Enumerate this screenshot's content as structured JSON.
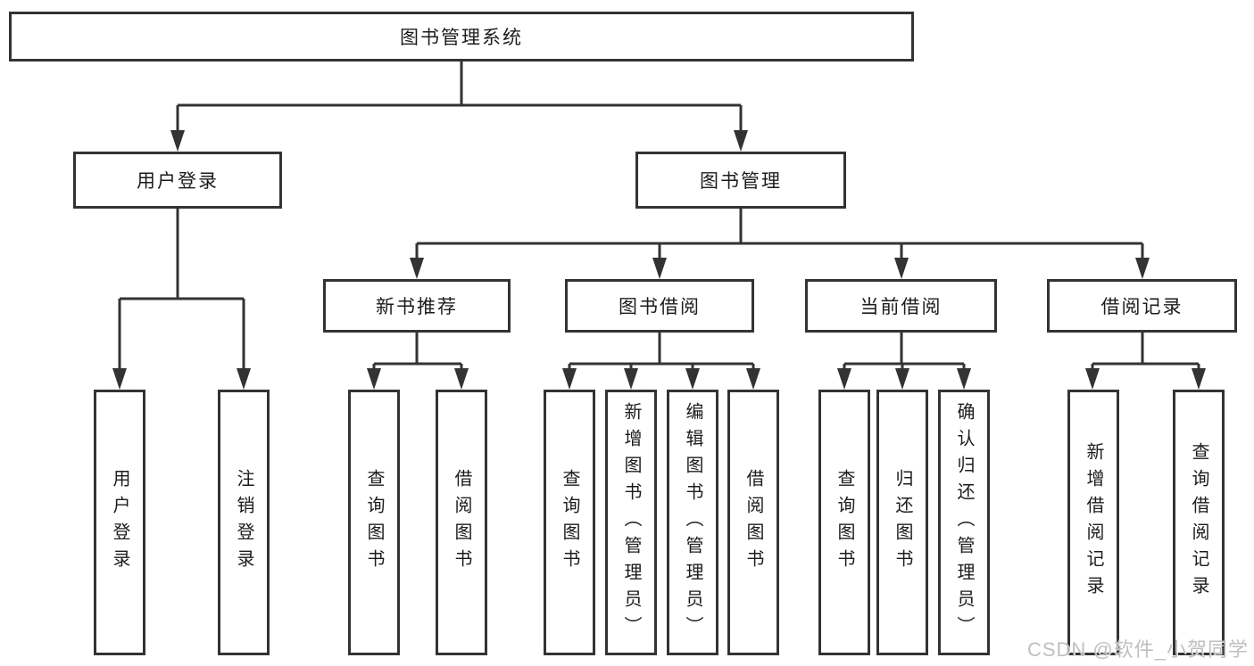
{
  "diagram": {
    "root": {
      "label": "图书管理系统"
    },
    "level2": {
      "user_login": {
        "label": "用户登录"
      },
      "book_management": {
        "label": "图书管理"
      }
    },
    "level3": {
      "new_book_recommend": {
        "label": "新书推荐"
      },
      "book_borrow": {
        "label": "图书借阅"
      },
      "current_borrow": {
        "label": "当前借阅"
      },
      "borrow_records": {
        "label": "借阅记录"
      }
    },
    "leaves": {
      "user_login": [
        "用户登录",
        "注销登录"
      ],
      "new_book_recommend": [
        "查询图书",
        "借阅图书"
      ],
      "book_borrow": [
        "查询图书",
        "新增图书（管理员）",
        "编辑图书（管理员）",
        "借阅图书"
      ],
      "current_borrow": [
        "查询图书",
        "归还图书",
        "确认归还（管理员）"
      ],
      "borrow_records": [
        "新增借阅记录",
        "查询借阅记录"
      ]
    }
  },
  "watermark": {
    "text": "CSDN @软件_小贺同学"
  },
  "colors": {
    "line": "#333333",
    "box_border": "#333333",
    "box_fill": "#ffffff",
    "text": "#1c1c1c",
    "watermark": "#bababa"
  }
}
